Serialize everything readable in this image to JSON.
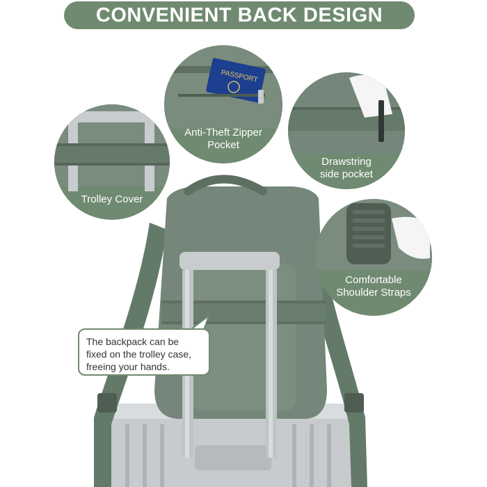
{
  "banner": {
    "title": "CONVENIENT BACK DESIGN"
  },
  "features": [
    {
      "line1": "Anti-Theft Zipper",
      "line2": "Pocket"
    },
    {
      "line1": "Drawstring",
      "line2": "side pocket"
    },
    {
      "line1": "Trolley Cover",
      "line2": ""
    },
    {
      "line1": "Comfortable",
      "line2": "Shoulder Straps"
    }
  ],
  "passport": {
    "label": "PASSPORT"
  },
  "callout": {
    "line1": "The backpack can be",
    "line2": "fixed on the trolley case,",
    "line3": "freeing your hands."
  },
  "colors": {
    "brand_green": "#6f8a70",
    "backpack_green": "#74877a",
    "strap_dark": "#4f5d52",
    "handle_silver": "#c9ccce",
    "text_white": "#ffffff",
    "passport_blue": "#1d3f8f"
  }
}
